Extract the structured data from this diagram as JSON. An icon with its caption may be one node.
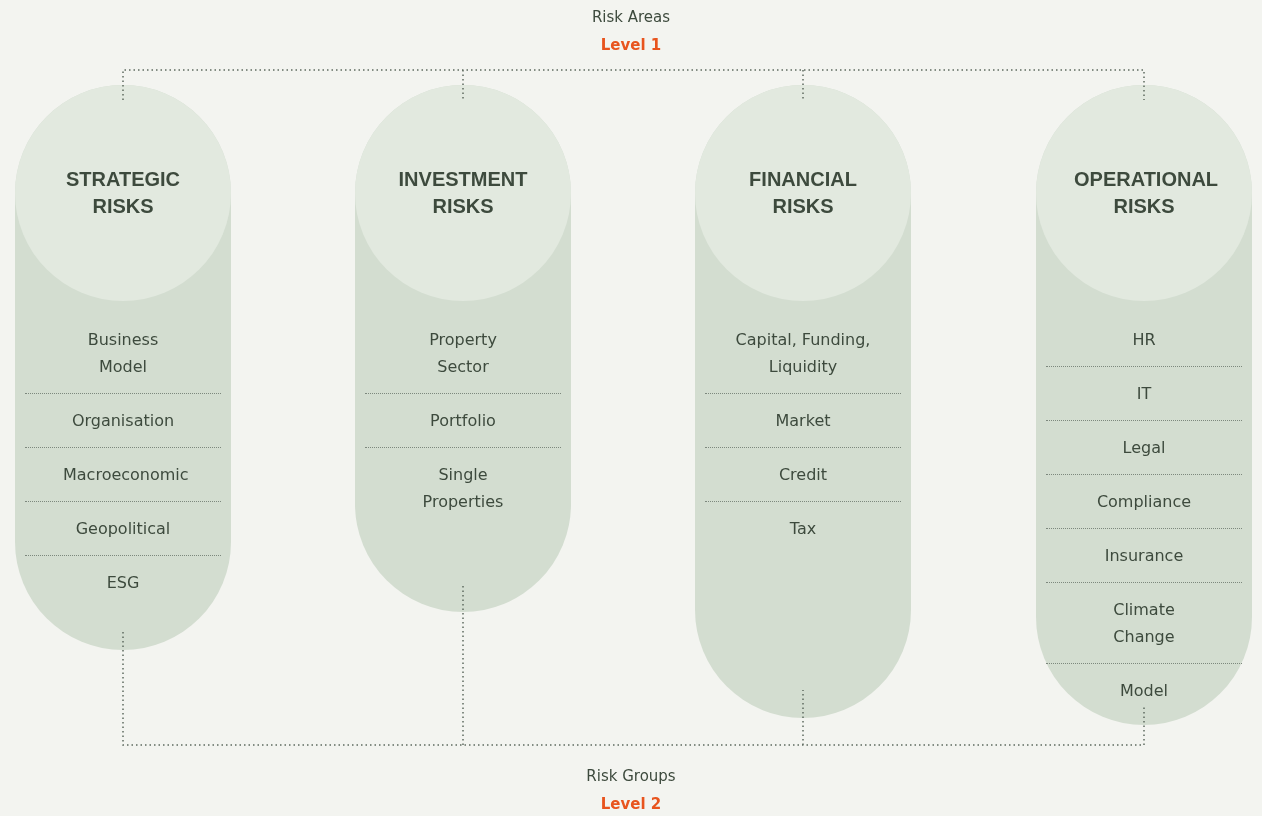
{
  "diagram": {
    "nodes": [
      {
        "text": [
          "STRATEGIC RISKS"
        ]
      },
      {
        "text": [
          "Business Model"
        ],
        "in": 0
      },
      {
        "text": [
          "Organisation"
        ],
        "in": 0
      },
      {
        "text": [
          "Macroeconomic"
        ],
        "in": 0
      },
      {
        "text": [
          "Geopolitical"
        ],
        "in": 0
      },
      {
        "text": [
          "ESG"
        ],
        "in": 0
      },
      {
        "text": [
          "INVESTMENT RISKS"
        ]
      },
      {
        "text": [
          "Property Sector"
        ],
        "in": 6
      },
      {
        "text": [
          "Portfolio"
        ],
        "in": 6
      },
      {
        "text": [
          "Single Properties"
        ],
        "in": 6
      },
      {
        "text": [
          "FINANCIAL RISKS"
        ]
      },
      {
        "text": [
          "Capital, Funding, Liquidity"
        ],
        "in": 10
      },
      {
        "text": [
          "Market"
        ],
        "in": 10
      },
      {
        "text": [
          "Credit"
        ],
        "in": 10
      },
      {
        "text": [
          "Tax"
        ],
        "in": 10
      },
      {
        "text": [
          "OPERATIONAL RISKS"
        ]
      },
      {
        "text": [
          "HR"
        ],
        "in": 15
      },
      {
        "text": [
          "IT"
        ],
        "in": 15
      },
      {
        "text": [
          "Legal"
        ],
        "in": 15
      },
      {
        "text": [
          "Compliance"
        ],
        "in": 15
      },
      {
        "text": [
          "Insurance"
        ],
        "in": 15
      },
      {
        "text": [
          "Climate Change"
        ],
        "in": 15
      },
      {
        "text": [
          "Model"
        ],
        "in": 15
      }
    ],
    "labels": [
      "Risk Areas",
      "Level 1",
      "Risk Groups",
      "Level 2"
    ]
  }
}
